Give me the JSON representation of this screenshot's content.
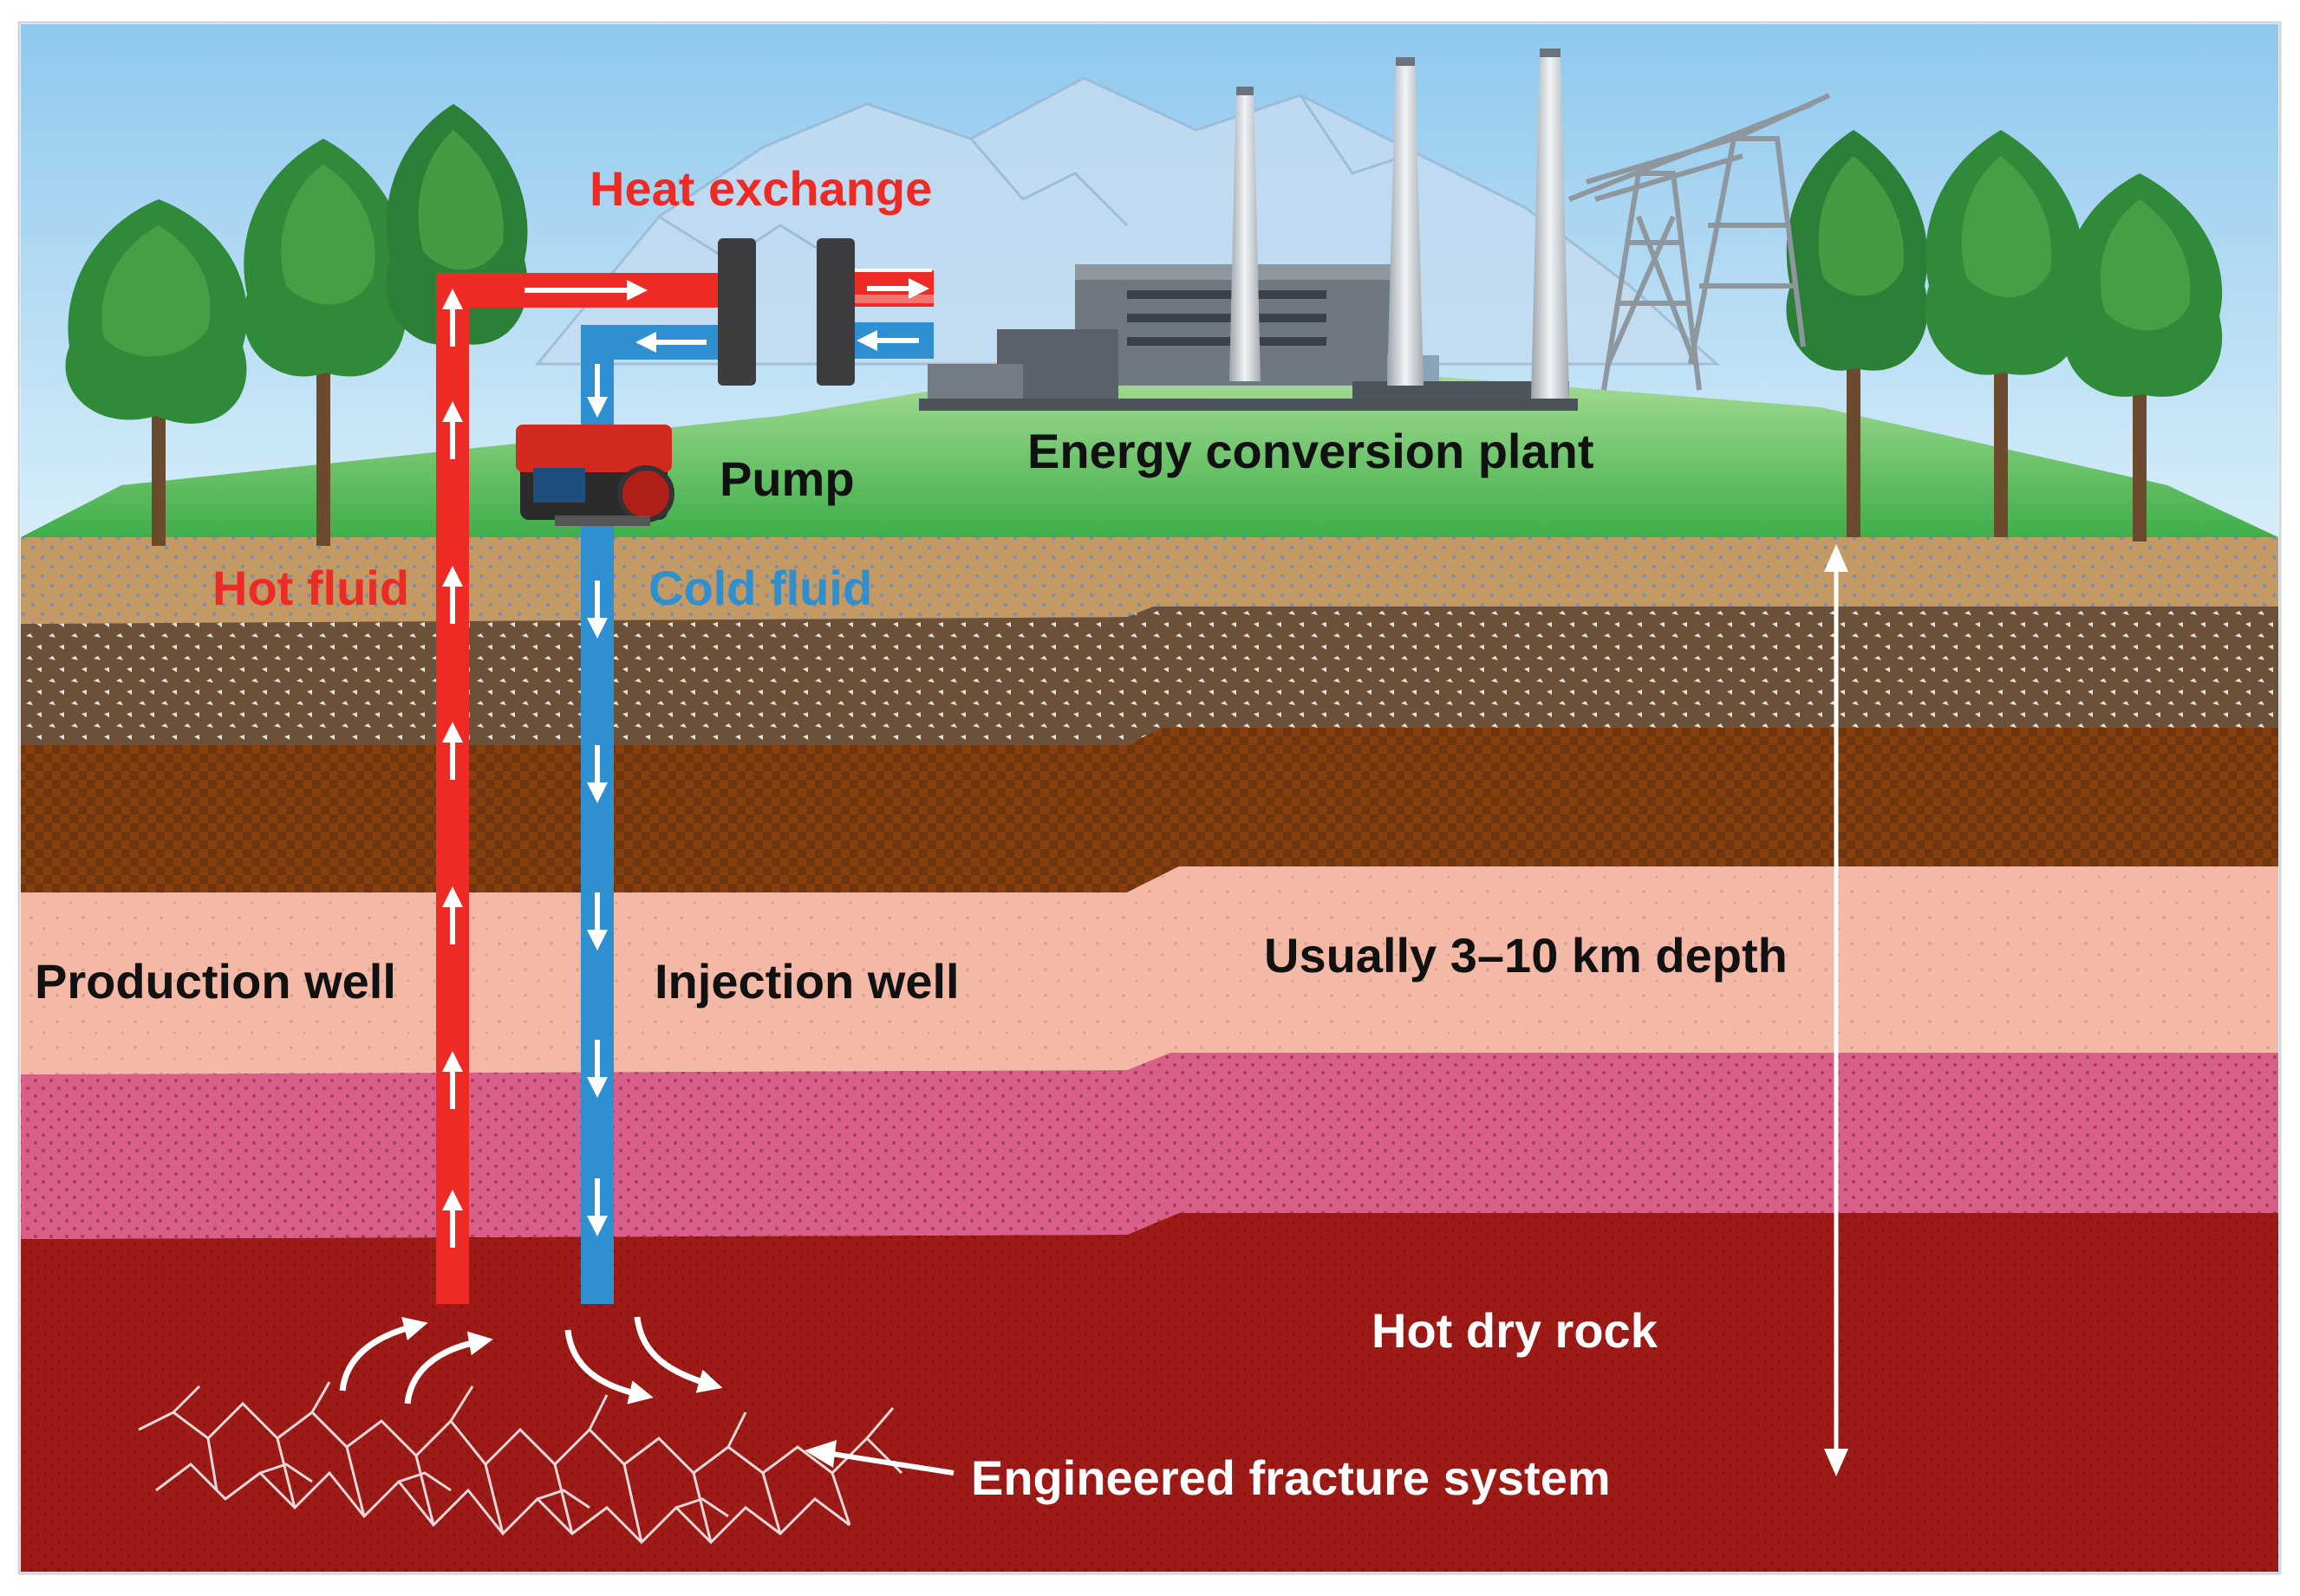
{
  "labels": {
    "heat_exchange": "Heat exchange",
    "energy_plant": "Energy conversion plant",
    "pump": "Pump",
    "hot_fluid": "Hot fluid",
    "cold_fluid": "Cold fluid",
    "production_well": "Production well",
    "injection_well": "Injection well",
    "depth": "Usually 3–10 km depth",
    "hot_dry_rock": "Hot dry rock",
    "fracture_system": "Engineered fracture system"
  },
  "colors": {
    "hot": "#ee2a24",
    "cold": "#2e8fd1",
    "sky": "#a9d8f2",
    "grass": "#6cc46a",
    "soil_tan": "#c39a63",
    "soil_dark": "#6b5139",
    "soil_brown": "#86400f",
    "rock_pink_light": "#f3b9a6",
    "rock_pink": "#d95f88",
    "hot_rock": "#9e1a16"
  }
}
